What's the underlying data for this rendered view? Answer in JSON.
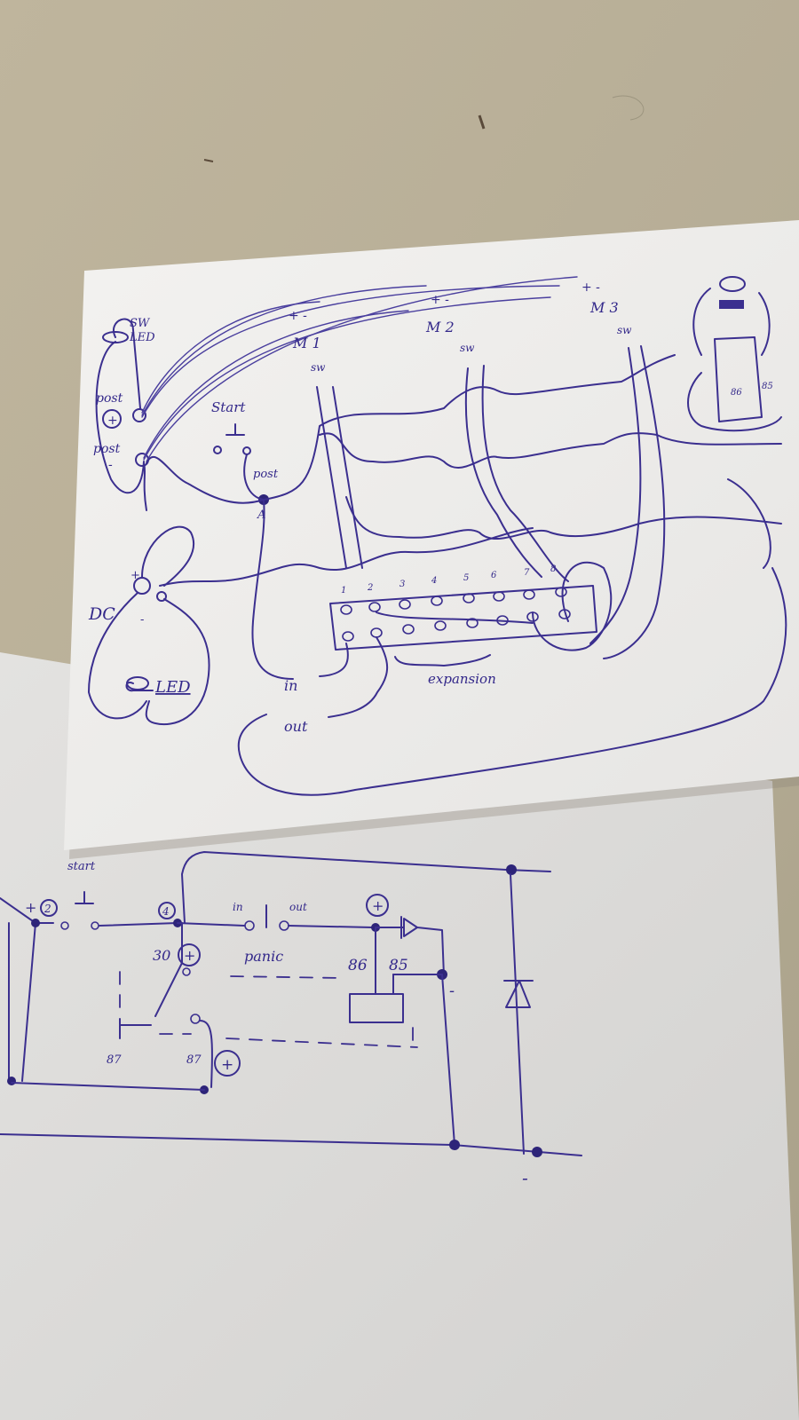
{
  "top_sheet": {
    "sw_led": "SW",
    "sw_led_2": "LED",
    "post_plus": "post",
    "post_minus": "post",
    "plus_symbol": "+",
    "minus_symbol": "-",
    "start": "Start",
    "post_a": "post",
    "a": "A",
    "m1": "M 1",
    "m2": "M 2",
    "m3": "M 3",
    "m1_sw": "sw",
    "m2_sw": "sw",
    "m3_sw": "sw",
    "pm1": "+ -",
    "pm2": "+ -",
    "pm3": "+ -",
    "dc": "DC",
    "dc_plus": "+",
    "dc_minus": "-",
    "led": "LED",
    "in": "in",
    "out": "out",
    "expansion": "expansion",
    "relay_86": "86",
    "relay_85": "85",
    "terminals": [
      "1",
      "2",
      "3",
      "4",
      "5",
      "6",
      "7",
      "8"
    ]
  },
  "bottom_sheet": {
    "start": "start",
    "plus": "+",
    "node_2": "2",
    "node_4": "4",
    "in": "in",
    "out": "out",
    "plus_top": "+",
    "p30": "30",
    "plus_30": "+",
    "panic": "panic",
    "p86": "86",
    "p85": "85",
    "minus_right": "-",
    "p87_left": "87",
    "p87_right": "87",
    "plus_87": "+",
    "minus_bottom": "-"
  }
}
